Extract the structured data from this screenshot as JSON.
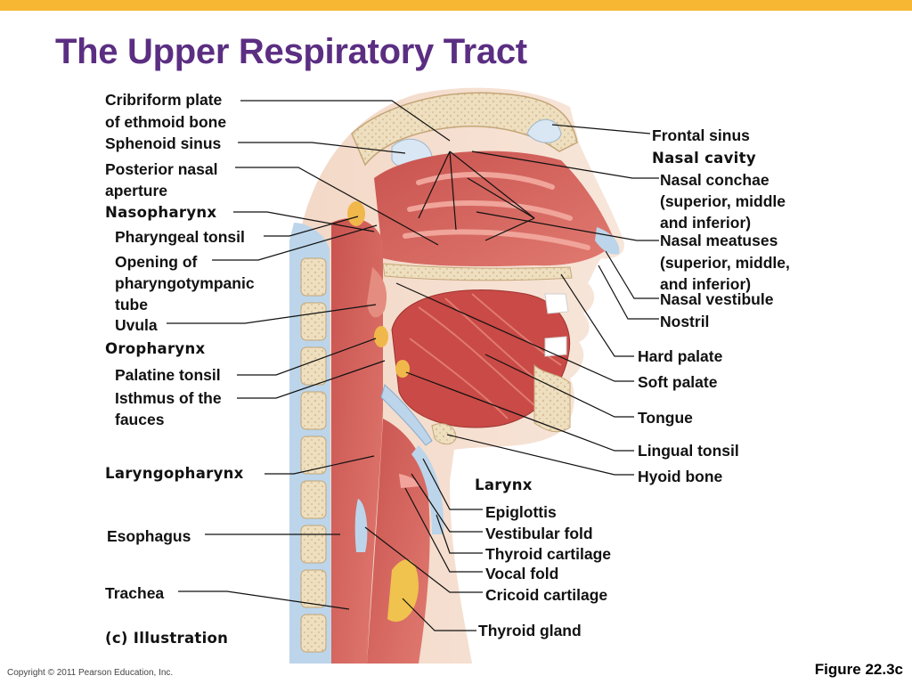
{
  "title": "The Upper Respiratory Tract",
  "colors": {
    "accent_bar": "#f7b733",
    "title": "#5b2e82"
  },
  "labels_left": {
    "cribriform_1": "Cribriform plate",
    "cribriform_2": "of ethmoid bone",
    "sphenoid": "Sphenoid sinus",
    "posterior_1": "Posterior nasal",
    "posterior_2": "aperture",
    "nasopharynx": "Nasopharynx",
    "pharyngeal_tonsil": "Pharyngeal tonsil",
    "opening_1": "Opening of",
    "opening_2": "pharyngotympanic",
    "opening_3": "tube",
    "uvula": "Uvula",
    "oropharynx": "Oropharynx",
    "palatine_tonsil": "Palatine tonsil",
    "isthmus_1": "Isthmus of the",
    "isthmus_2": "fauces",
    "laryngopharynx": "Laryngopharynx",
    "esophagus": "Esophagus",
    "trachea": "Trachea",
    "illustration": "(c) Illustration"
  },
  "labels_right": {
    "frontal_sinus": "Frontal sinus",
    "nasal_cavity": "Nasal cavity",
    "conchae_1": "Nasal conchae",
    "conchae_2": "(superior, middle",
    "conchae_3": "and inferior)",
    "meatuses_1": "Nasal meatuses",
    "meatuses_2": "(superior, middle,",
    "meatuses_3": "and inferior)",
    "vestibule": "Nasal vestibule",
    "nostril": "Nostril",
    "hard_palate": "Hard palate",
    "soft_palate": "Soft palate",
    "tongue": "Tongue",
    "lingual_tonsil": "Lingual tonsil",
    "hyoid_bone": "Hyoid bone",
    "larynx": "Larynx",
    "epiglottis": "Epiglottis",
    "vestibular_fold": "Vestibular fold",
    "thyroid_cartilage": "Thyroid cartilage",
    "vocal_fold": "Vocal fold",
    "cricoid_cartilage": "Cricoid cartilage",
    "thyroid_gland": "Thyroid gland"
  },
  "footer": {
    "copyright": "Copyright © 2011 Pearson Education, Inc.",
    "figure": "Figure 22.3c"
  }
}
